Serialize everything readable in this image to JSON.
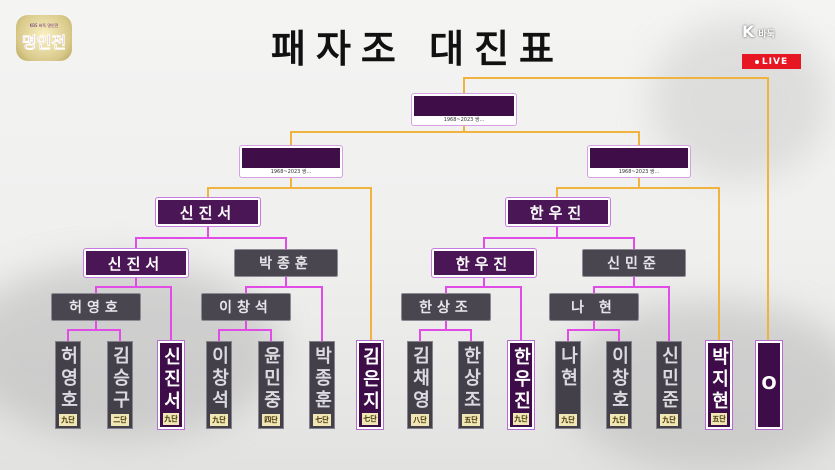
{
  "title": "패자조 대진표",
  "logo": {
    "small_text": "KBS 바둑 명인전",
    "main_text": "명인전"
  },
  "brand": {
    "k": "K",
    "name": "바둑",
    "live": "LIVE"
  },
  "top_boxes": [
    {
      "caption": "1968~2023 쌍..."
    },
    {
      "caption": "1968~2023 쌍..."
    },
    {
      "caption": "1968~2023 쌍..."
    }
  ],
  "round3": {
    "left": "신진서",
    "right": "한우진"
  },
  "round2": [
    "신진서",
    "박종훈",
    "한우진",
    "신민준"
  ],
  "round1": [
    "허영호",
    "이창석",
    "한상조",
    "나 현"
  ],
  "players": [
    {
      "name": "허영호",
      "rank": "九단"
    },
    {
      "name": "김승구",
      "rank": "二단"
    },
    {
      "name": "신진서",
      "rank": "九단"
    },
    {
      "name": "이창석",
      "rank": "九단"
    },
    {
      "name": "윤민중",
      "rank": "四단"
    },
    {
      "name": "박종훈",
      "rank": "七단"
    },
    {
      "name": "김은지",
      "rank": "七단"
    },
    {
      "name": "김채영",
      "rank": "八단"
    },
    {
      "name": "한상조",
      "rank": "五단"
    },
    {
      "name": "한우진",
      "rank": "九단"
    },
    {
      "name": "나현",
      "rank": "九단"
    },
    {
      "name": "이창호",
      "rank": "九단"
    },
    {
      "name": "신민준",
      "rank": "九단"
    },
    {
      "name": "박지현",
      "rank": "五단"
    },
    {
      "name": "O",
      "rank": ""
    }
  ],
  "colors": {
    "advance": "#e24ce6",
    "bracket": "#f0b340",
    "active_box": "#4b1656",
    "inactive_box": "#4a4650"
  }
}
